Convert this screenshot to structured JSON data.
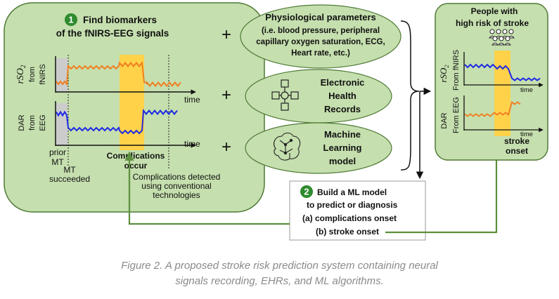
{
  "colors": {
    "panel_fill": "#c5dfae",
    "panel_stroke": "#4f7a36",
    "highlight": "#ffd24a",
    "grey_region": "#cccccc",
    "trace_orange": "#f07f22",
    "trace_blue": "#1d28e6",
    "step_badge": "#2e8b2e",
    "arrow_green": "#5d8f3e"
  },
  "biomarkers": {
    "step_number": "1",
    "title_line1": "Find biomarkers",
    "title_line2": "of the fNIRS-EEG signals",
    "plot_top": {
      "ylabel_italic": "rSO",
      "ylabel_sub": "2",
      "ylabel_from": "from",
      "ylabel_src": "fNIRS",
      "xlabel": "time"
    },
    "plot_bottom": {
      "ylabel_main": "DAR",
      "ylabel_from": "from",
      "ylabel_src": "EEG",
      "xlabel": "time"
    },
    "label_prior": "prior",
    "label_mt": "MT",
    "label_mt_succeeded_1": "MT",
    "label_mt_succeeded_2": "succeeded",
    "label_complications_1": "Complications",
    "label_complications_2": "occur",
    "label_detected_1": "Complications detected",
    "label_detected_2": "using conventional",
    "label_detected_3": "technologies"
  },
  "inputs": {
    "plus": "+",
    "physio_line1": "Physiological parameters",
    "physio_line2": "(i.e. blood pressure, peripheral",
    "physio_line3": "capillary oxygen saturation, ECG,",
    "physio_line4": "Heart rate, etc.)",
    "ehr_line1": "Electronic",
    "ehr_line2": "Health",
    "ehr_line3": "Records",
    "ehr_icon": "records-network-icon",
    "ml_line1": "Machine",
    "ml_line2": "Learning",
    "ml_line3": "model",
    "ml_icon": "brain-icon"
  },
  "model": {
    "step_number": "2",
    "line1": "Build a ML model",
    "line2": "to predict or diagnosis",
    "line3": "(a)  complications onset",
    "line4": "(b)  stroke onset"
  },
  "risk": {
    "title_line1": "People with",
    "title_line2": "high risk of stroke",
    "people_icon": "people-group-icon",
    "plot_top": {
      "ylabel_italic": "rSO",
      "ylabel_sub": "2",
      "ylabel_src": "From fNIRS",
      "xlabel": "time"
    },
    "plot_bottom": {
      "ylabel_main": "DAR",
      "ylabel_src": "From EEG",
      "xlabel": "time"
    },
    "onset_line1": "stroke",
    "onset_line2": "onset"
  },
  "caption": {
    "line1": "Figure 2. A proposed stroke risk prediction system containing neural",
    "line2": "signals recording, EHRs, and ML algorithms."
  }
}
